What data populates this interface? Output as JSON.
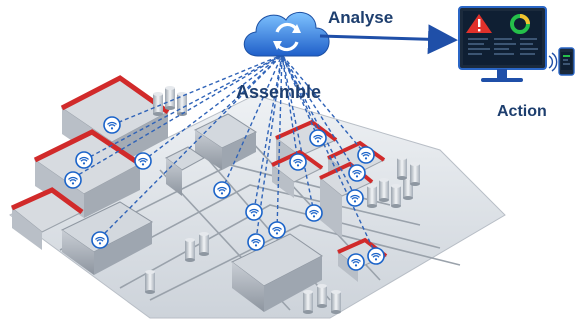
{
  "labels": {
    "analyse": "Analyse",
    "assemble": "Assemble",
    "action": "Action"
  },
  "colors": {
    "label_text": "#1d3e6e",
    "dashed_link": "#2f63b8",
    "arrow": "#1f4fa8",
    "cloud": "#2e7ce0",
    "wifi_badge": "#1a63c9",
    "roof": "#d12a2a",
    "dashboard_screen": "#0f1f33",
    "alert": "#e0312b",
    "gauge": "#25c04a"
  },
  "icons": {
    "cloud": "cloud-sync-icon",
    "monitor": "monitor-dashboard-icon",
    "phone": "smartphone-icon",
    "alert": "warning-icon",
    "sensor": "wifi-icon"
  }
}
